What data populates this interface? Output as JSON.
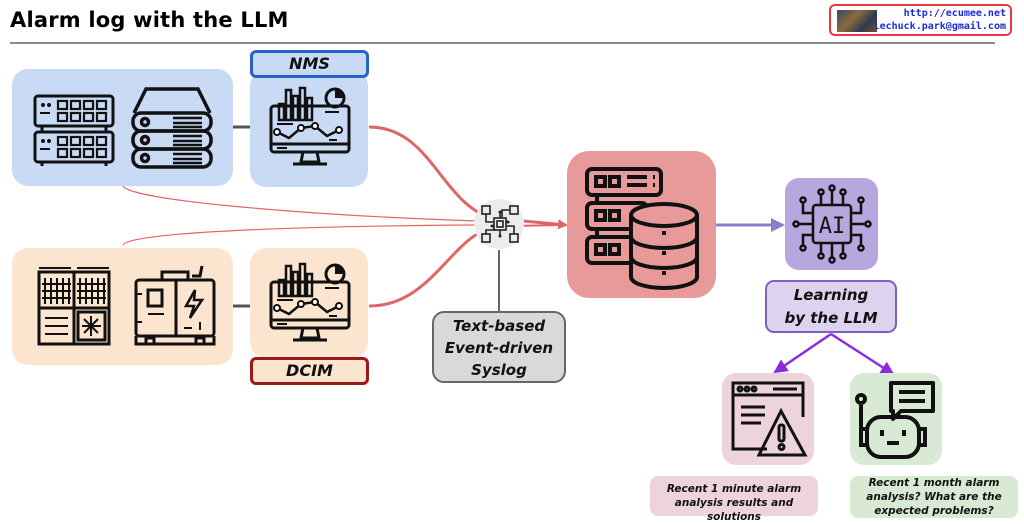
{
  "header": {
    "title": "Alarm log with the LLM",
    "contact": {
      "url": "http://ecumee.net",
      "email": "lechuck.park@gmail.com"
    }
  },
  "sources": {
    "it_group": {
      "icons": [
        "network-switch-icon",
        "server-rack-icon"
      ],
      "color": "#c9daf5"
    },
    "facility_group": {
      "icons": [
        "cooling-unit-icon",
        "generator-icon"
      ],
      "color": "#fbe5cf"
    }
  },
  "monitors": {
    "nms": {
      "label": "NMS",
      "icon": "monitoring-dashboard-icon",
      "border_color": "#2563c9"
    },
    "dcim": {
      "label": "DCIM",
      "icon": "monitoring-dashboard-icon",
      "border_color": "#9a1a1a"
    }
  },
  "collector": {
    "icon": "circuit-hub-icon",
    "label_lines": [
      "Text-based",
      "Event-driven",
      "Syslog"
    ]
  },
  "storage": {
    "icon": "server-database-icon",
    "color": "#e89a9a"
  },
  "ai": {
    "icon": "ai-chip-icon",
    "color": "#b7a7de",
    "label_lines": [
      "Learning",
      "by the LLM"
    ]
  },
  "outputs": [
    {
      "icon": "alert-window-icon",
      "color": "#ecd3dc",
      "text_lines": [
        "Recent 1 minute alarm",
        "analysis results and solutions"
      ]
    },
    {
      "icon": "chatbot-icon",
      "color": "#d8ead3",
      "text_lines": [
        "Recent 1 month alarm",
        "analysis? What are the",
        "expected problems?"
      ]
    }
  ],
  "colors": {
    "flow_red": "#e06666",
    "flow_purple": "#8f7cc8",
    "branch_purple": "#8a2be2"
  }
}
